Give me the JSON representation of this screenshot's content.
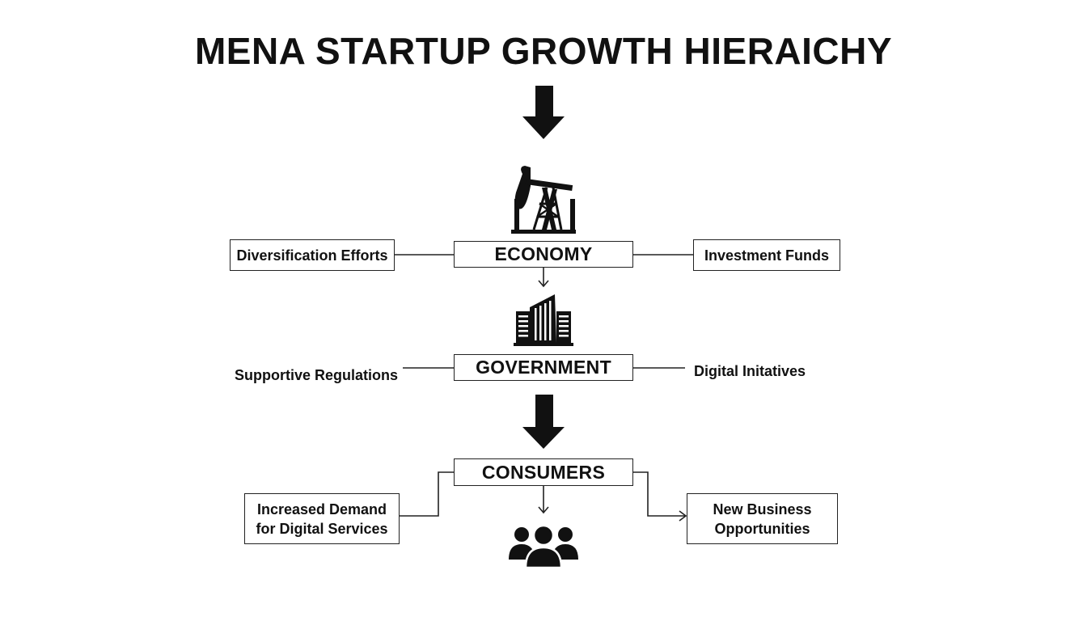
{
  "title": "MENA STARTUP GROWTH HIERAICHY",
  "levels": [
    {
      "label": "ECONOMY",
      "icon": "oil-pump-icon",
      "left": "Diversification Efforts",
      "right": "Investment Funds"
    },
    {
      "label": "GOVERNMENT",
      "icon": "building-icon",
      "left": "Supportive Regulations",
      "right": "Digital Initatives"
    },
    {
      "label": "CONSUMERS",
      "icon": "people-icon",
      "left_line1": "Increased Demand",
      "left_line2": "for Digital Services",
      "right_line1": "New Business",
      "right_line2": "Opportunities"
    }
  ],
  "colors": {
    "ink": "#111111",
    "border": "#222222",
    "background": "#ffffff"
  }
}
